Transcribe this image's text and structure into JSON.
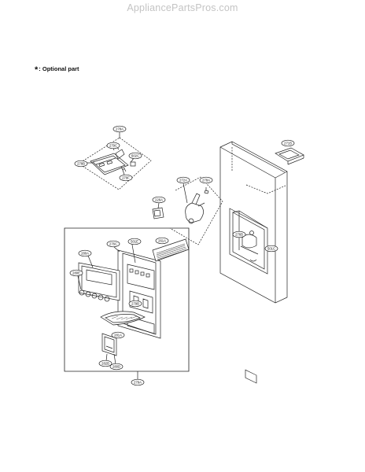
{
  "header": {
    "site": "AppliancePartsPros.com"
  },
  "legend": {
    "star": "*",
    "text": ": Optional part"
  },
  "callouts": [
    {
      "id": "c-278a-top",
      "label": "278A"
    },
    {
      "id": "c-279c",
      "label": "279C"
    },
    {
      "id": "c-278b",
      "label": "278B"
    },
    {
      "id": "c-602c",
      "label": "602C"
    },
    {
      "id": "c-279f",
      "label": "279F"
    },
    {
      "id": "c-271b",
      "label": "271B"
    },
    {
      "id": "c-272a",
      "label": "272A"
    },
    {
      "id": "c-278a-mid",
      "label": "278A"
    },
    {
      "id": "c-226a",
      "label": "226A"
    },
    {
      "id": "c-276b",
      "label": "276B"
    },
    {
      "id": "c-501c",
      "label": "501C"
    },
    {
      "id": "c-276c",
      "label": "276C"
    },
    {
      "id": "c-501e",
      "label": "501E"
    },
    {
      "id": "c-261a",
      "label": "261A"
    },
    {
      "id": "c-280a",
      "label": "280A"
    },
    {
      "id": "c-280e",
      "label": "280E"
    },
    {
      "id": "c-279b",
      "label": "279B"
    },
    {
      "id": "c-281a",
      "label": "281A"
    },
    {
      "id": "c-282b",
      "label": "282B"
    },
    {
      "id": "c-280d",
      "label": "280D"
    },
    {
      "id": "c-279a-bottom",
      "label": "279A"
    }
  ]
}
